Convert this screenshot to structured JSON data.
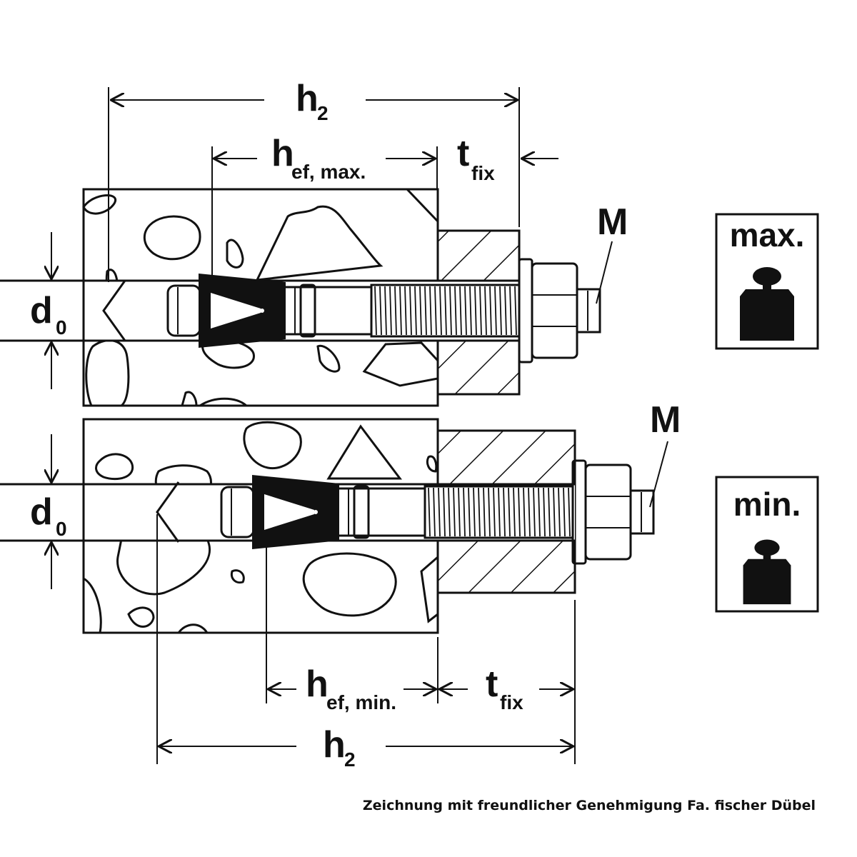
{
  "top": {
    "h2_main": "h",
    "h2_sub": "2",
    "hef_main": "h",
    "hef_sub": "ef, max.",
    "tfix_main": "t",
    "tfix_sub": "fix",
    "d0_main": "d",
    "d0_sub": "0",
    "m_label": "M",
    "badge": "max."
  },
  "bottom": {
    "h2_main": "h",
    "h2_sub": "2",
    "hef_main": "h",
    "hef_sub": "ef, min.",
    "tfix_main": "t",
    "tfix_sub": "fix",
    "d0_main": "d",
    "d0_sub": "0",
    "m_label": "M",
    "badge": "min."
  },
  "caption": "Zeichnung mit freundlicher Genehmigung Fa. fischer Dübel"
}
